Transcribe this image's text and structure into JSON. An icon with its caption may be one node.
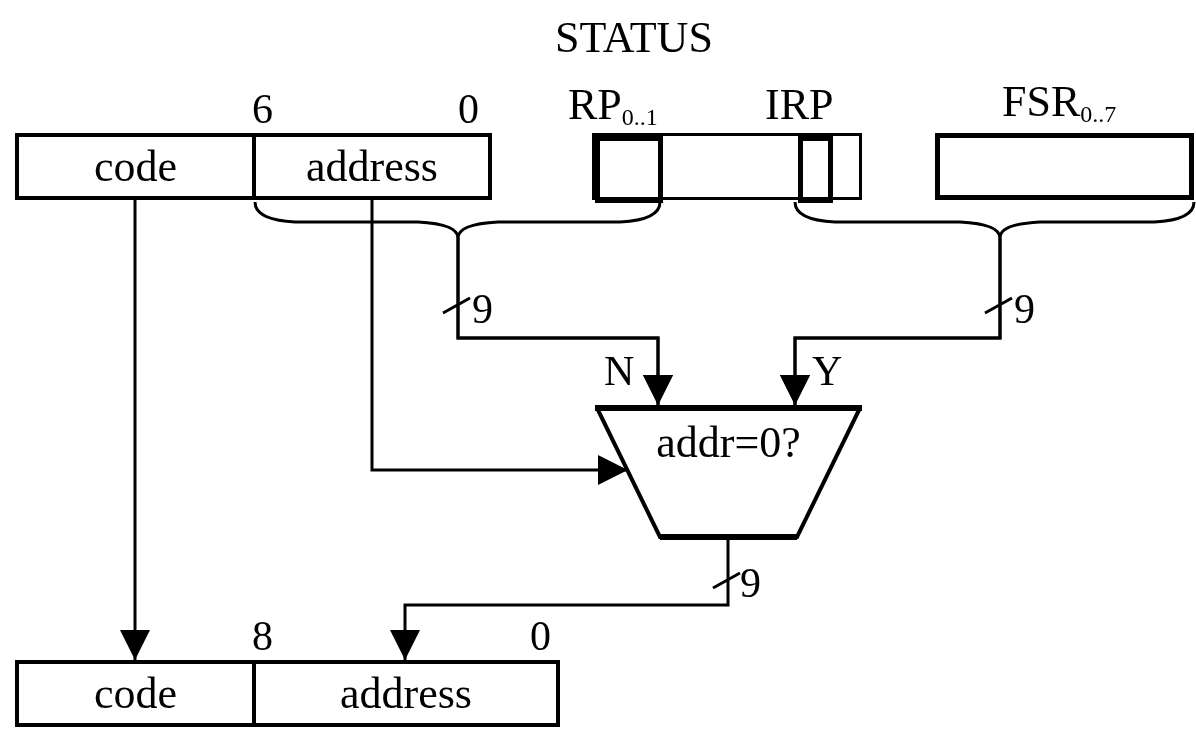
{
  "diagram": {
    "nodes": [
      {
        "text": [
          "code"
        ]
      },
      {
        "text": [
          "address"
        ]
      },
      {
        "text": [
          "STATUS"
        ]
      },
      {
        "text": [
          "RP$_{0..1}$"
        ],
        "in": 2
      },
      {
        "text": [
          "IRP"
        ],
        "in": 2
      },
      {
        "text": [
          "FSR$_{0..7}$"
        ]
      },
      {
        "text": [
          "addr=0?"
        ]
      },
      {
        "text": [
          "code"
        ]
      },
      {
        "text": [
          "address"
        ]
      }
    ],
    "edges": [
      {
        "from": 0,
        "to": 7,
        "arrow": "to"
      },
      {
        "from": 1,
        "to": 6,
        "arrow": "to"
      },
      {
        "from": 3,
        "to": 6,
        "arrow": "to"
      },
      {
        "from": 4,
        "to": 6,
        "arrow": "to"
      },
      {
        "from": 5,
        "to": 6,
        "arrow": "to"
      },
      {
        "from": 1,
        "to": 6,
        "arrow": "to"
      },
      {
        "from": 6,
        "to": 8,
        "arrow": "to"
      }
    ],
    "labels": [
      "6",
      "0",
      "9",
      "9",
      "N",
      "Y",
      "9",
      "8",
      "0"
    ]
  }
}
